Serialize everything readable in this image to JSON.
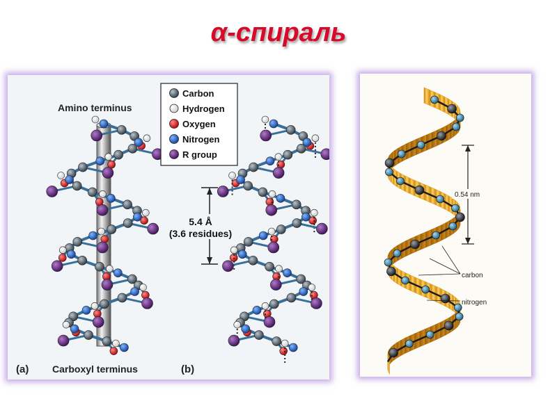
{
  "slide": {
    "title": "α-спираль"
  },
  "left_figure": {
    "top_label": "Amino  terminus",
    "bottom_label": "Carboxyl terminus",
    "panel_a_label": "(a)",
    "panel_b_label": "(b)",
    "pitch_value": "5.4 Å",
    "pitch_residues": "(3.6 residues)",
    "legend": [
      {
        "label": "Carbon",
        "color": "#4a5560"
      },
      {
        "label": "Hydrogen",
        "color": "#ffffff"
      },
      {
        "label": "Oxygen",
        "color": "#e01c1c"
      },
      {
        "label": "Nitrogen",
        "color": "#2068c8"
      },
      {
        "label": "R group",
        "color": "#6a2a84"
      }
    ]
  },
  "right_figure": {
    "measure_label": "0.54 nm",
    "carbon_label": "carbon",
    "nitrogen_label": "nitrogen",
    "ribbon_color": "#f0b830"
  }
}
